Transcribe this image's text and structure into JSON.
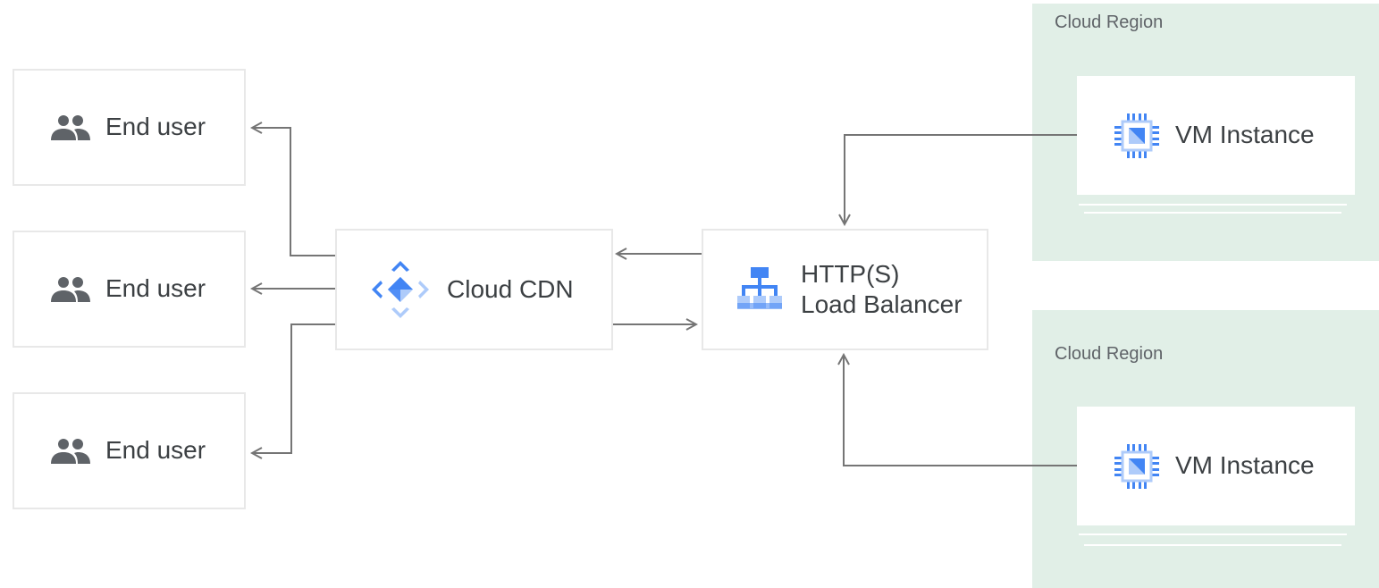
{
  "end_users": [
    {
      "label": "End user",
      "icon": "people-icon"
    },
    {
      "label": "End user",
      "icon": "people-icon"
    },
    {
      "label": "End user",
      "icon": "people-icon"
    }
  ],
  "cdn": {
    "label": "Cloud CDN",
    "icon": "cloud-cdn-icon"
  },
  "load_balancer": {
    "line1": "HTTP(S)",
    "line2": "Load Balancer",
    "icon": "load-balancer-icon"
  },
  "regions": [
    {
      "label": "Cloud Region",
      "vm": {
        "label": "VM Instance",
        "icon": "compute-engine-icon"
      }
    },
    {
      "label": "Cloud Region",
      "vm": {
        "label": "VM Instance",
        "icon": "compute-engine-icon"
      }
    }
  ],
  "colors": {
    "region_bg": "#e1efe7",
    "connector": "#757575",
    "icon_blue": "#4285f4",
    "icon_light_blue": "#aecbfa",
    "icon_gray": "#5f6368"
  }
}
